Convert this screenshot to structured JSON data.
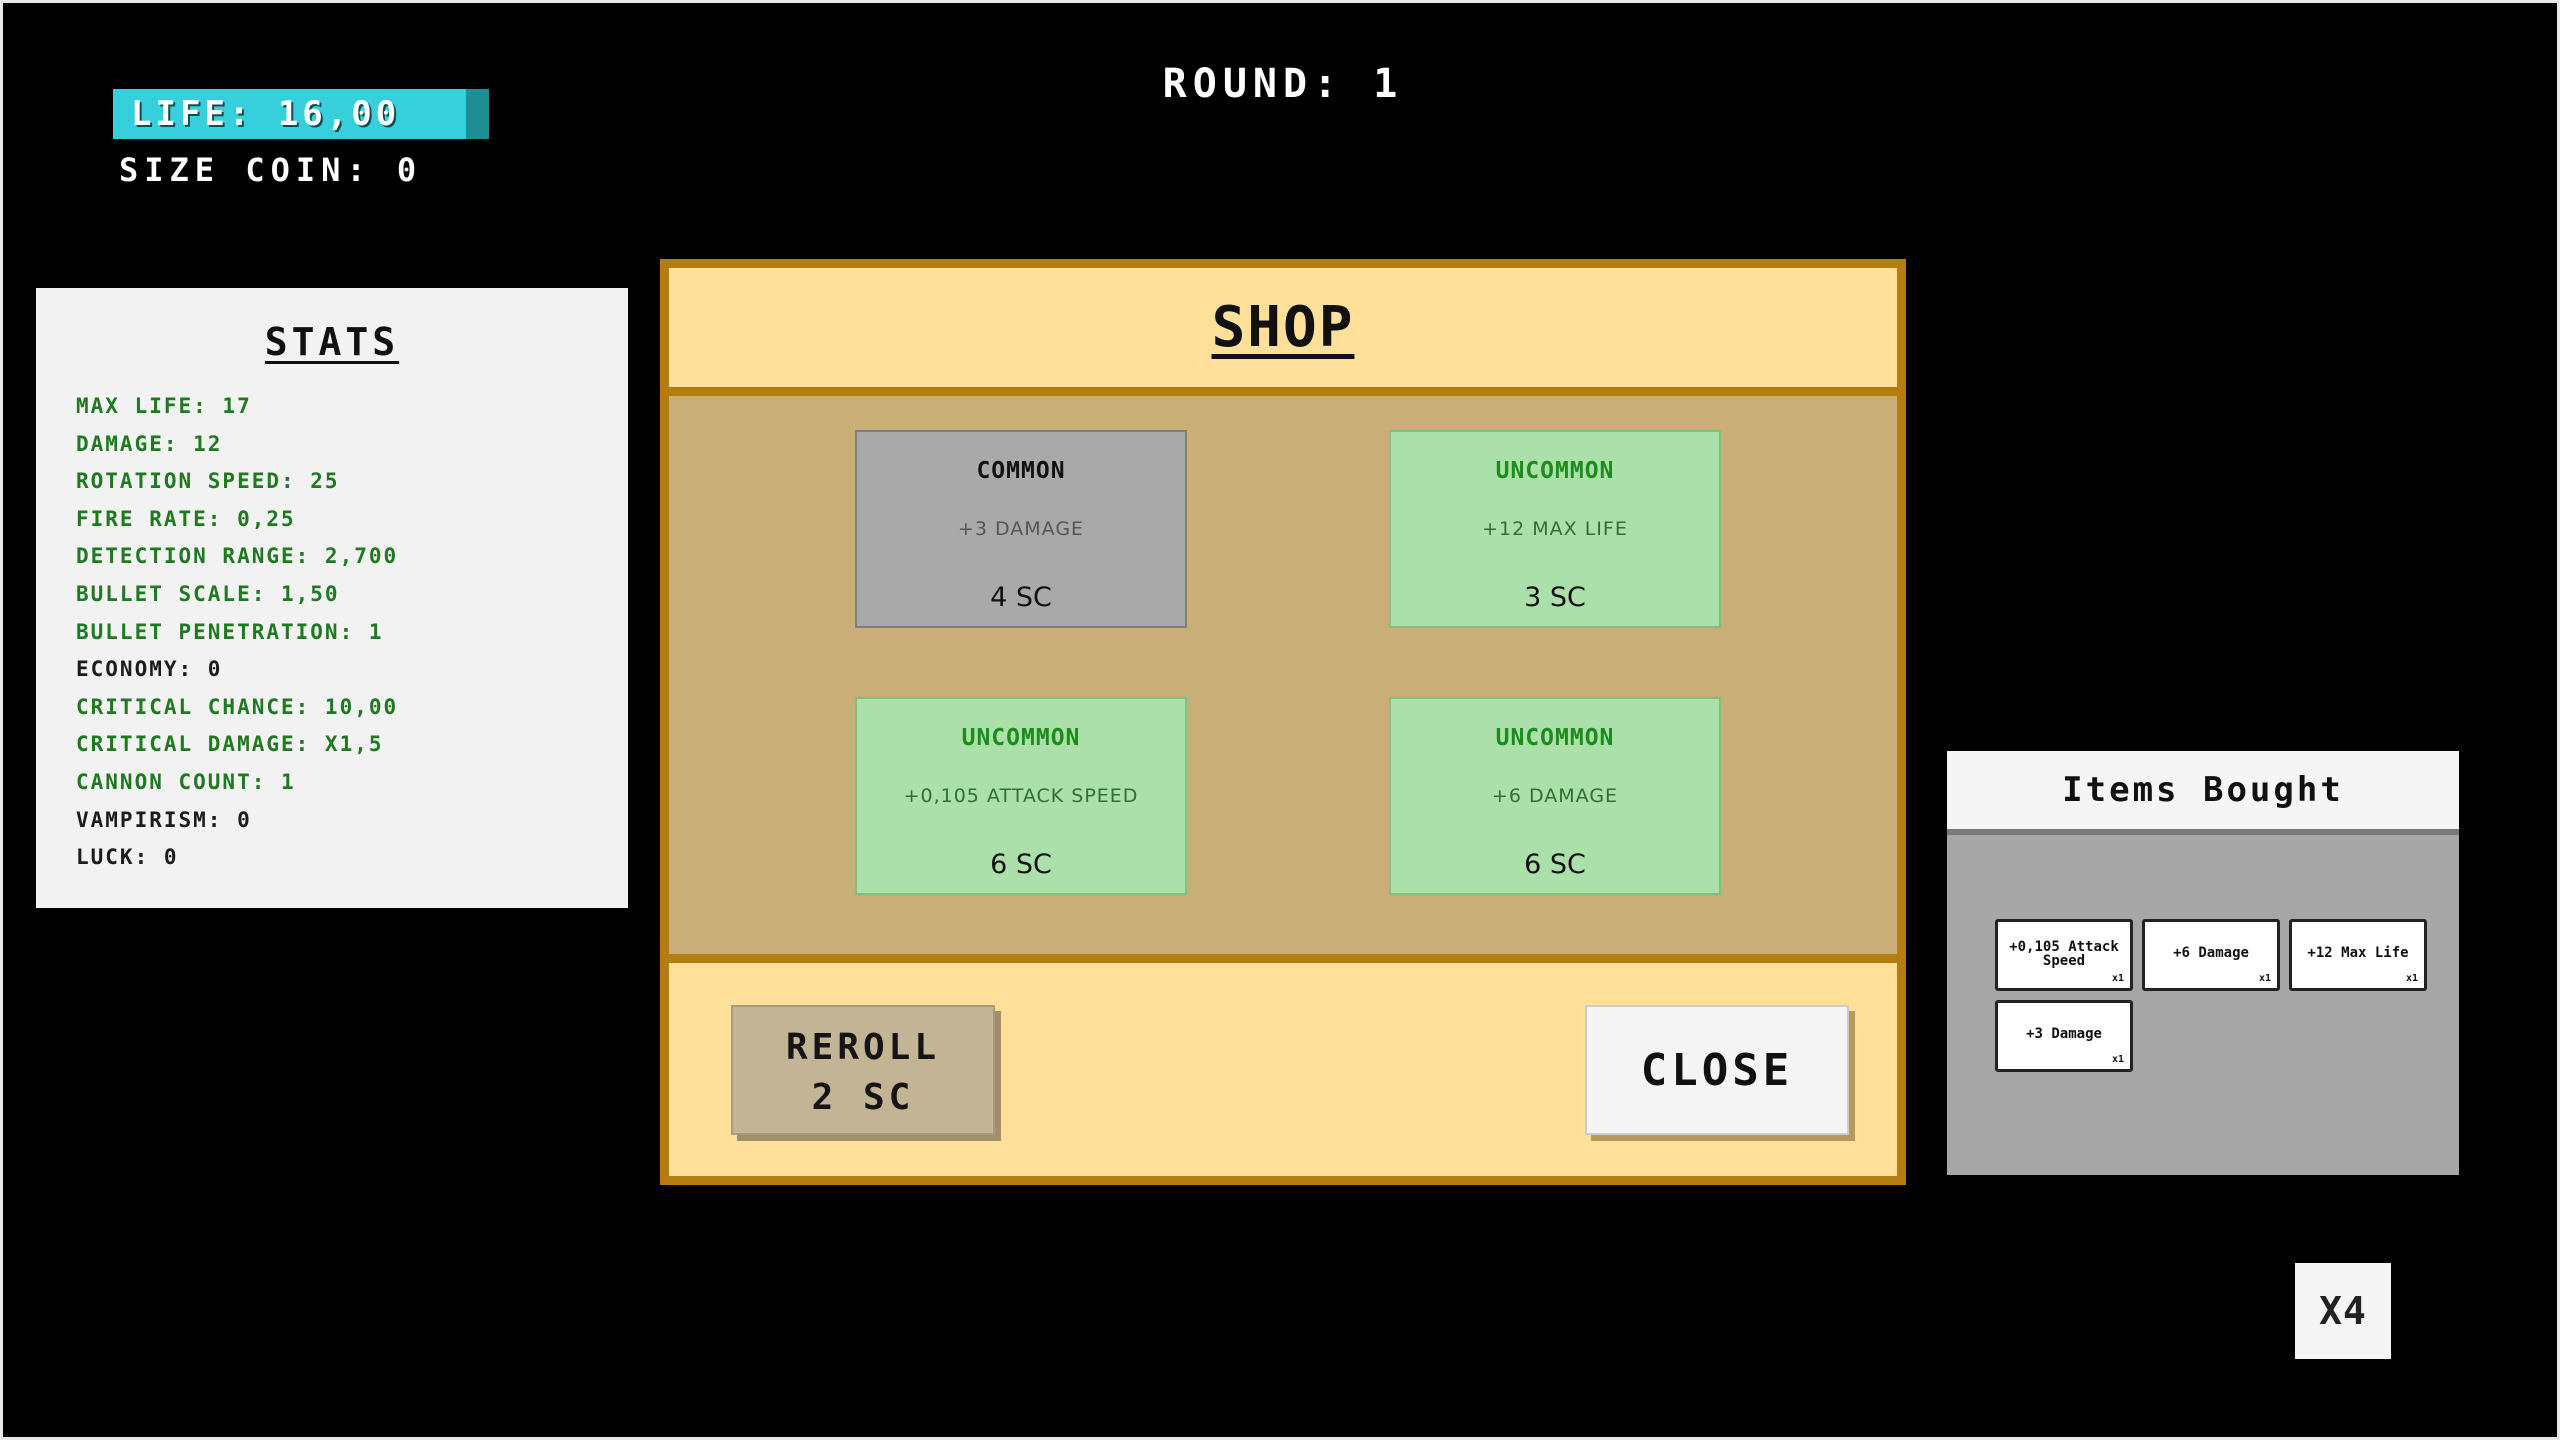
{
  "hud": {
    "life_label": "LIFE: 16,00",
    "life_fraction": 0.94,
    "life_color": "#38cfdc",
    "size_coin": "SIZE COIN: 0",
    "round": "ROUND: 1"
  },
  "stats": {
    "title": "STATS",
    "rows": [
      "MAX LIFE: 17",
      "DAMAGE: 12",
      "ROTATION SPEED: 25",
      "FIRE RATE: 0,25",
      "DETECTION RANGE: 2,700",
      "BULLET SCALE: 1,50",
      "BULLET PENETRATION: 1",
      "ECONOMY: 0",
      "CRITICAL CHANCE: 10,00",
      "CRITICAL DAMAGE: X1,5",
      "CANNON COUNT: 1",
      "VAMPIRISM: 0",
      "LUCK: 0"
    ]
  },
  "shop": {
    "title": "SHOP",
    "cards": [
      {
        "rarity": "COMMON",
        "desc": "+3 DAMAGE",
        "price": "4 SC"
      },
      {
        "rarity": "UNCOMMON",
        "desc": "+12 MAX LIFE",
        "price": "3 SC"
      },
      {
        "rarity": "UNCOMMON",
        "desc": "+0,105 ATTACK SPEED",
        "price": "6 SC"
      },
      {
        "rarity": "UNCOMMON",
        "desc": "+6 DAMAGE",
        "price": "6 SC"
      }
    ],
    "reroll_line1": "REROLL",
    "reroll_line2": "2 SC",
    "close_label": "CLOSE"
  },
  "items_bought": {
    "title": "Items Bought",
    "items": [
      {
        "label": "+0,105 Attack Speed",
        "count": "x1"
      },
      {
        "label": "+6 Damage",
        "count": "x1"
      },
      {
        "label": "+12 Max Life",
        "count": "x1"
      },
      {
        "label": "+3 Damage",
        "count": "x1"
      }
    ]
  },
  "speed": {
    "label": "X4"
  },
  "colors": {
    "common": "#a9a9a9",
    "uncommon": "#abe0aa",
    "shop_frame": "#b57c12",
    "shop_bg": "#ffe09a"
  }
}
